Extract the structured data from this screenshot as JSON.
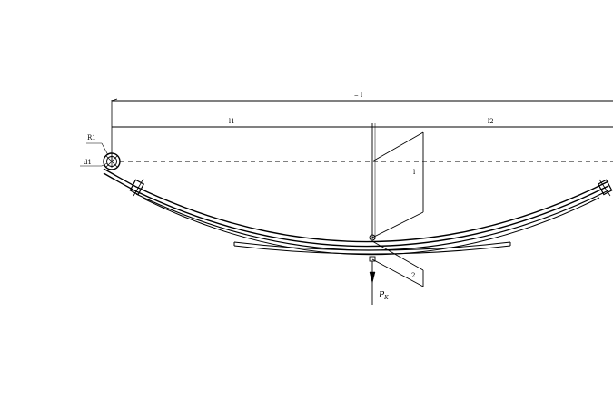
{
  "drawing": {
    "dimensions": {
      "overall_length": "⌢ l",
      "left_half": "⌢ l1",
      "right_half": "⌢ l2"
    },
    "eye_labels": {
      "top": "R1",
      "bottom": "d1"
    },
    "moment_diagram": {
      "upper_mark": "l",
      "lower_mark": "2"
    },
    "force_label": "P",
    "force_subscript": "K"
  }
}
